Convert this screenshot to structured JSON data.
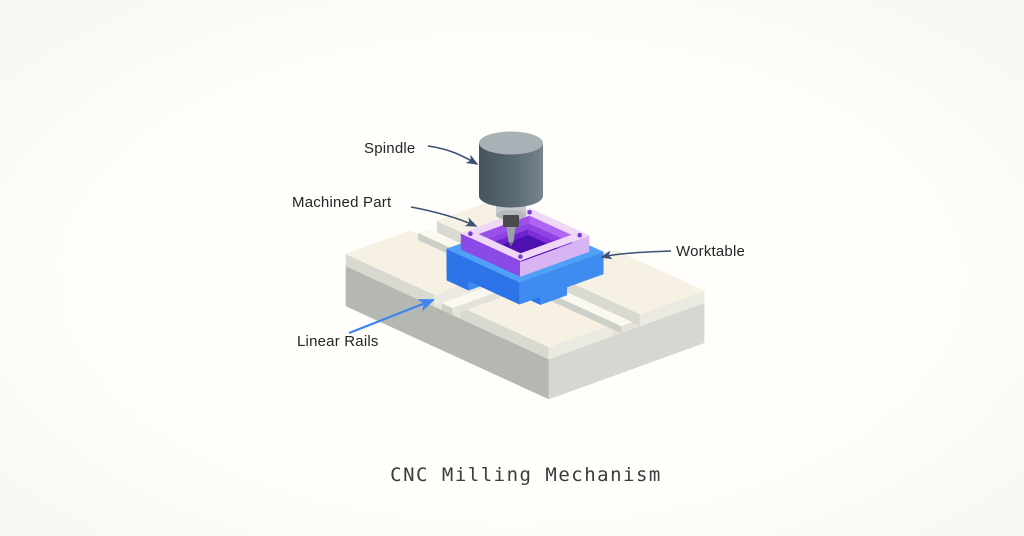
{
  "diagram": {
    "title": "CNC Milling Mechanism",
    "labels": {
      "spindle": "Spindle",
      "machined_part": "Machined Part",
      "worktable": "Worktable",
      "linear_rails": "Linear Rails"
    },
    "colors": {
      "background": "#fdfdfb",
      "label_text": "#262626",
      "title_text": "#3b3b3b",
      "arrow_dark": "#3c5070",
      "arrow_blue": "#3f85f2",
      "base_top": "#e8e2d2",
      "base_side_left": "#b5b8b2",
      "base_side_right": "#d6d7d1",
      "plate_top": "#f6f1e3",
      "plate_left": "#d8dad2",
      "plate_right": "#ebeae2",
      "rail_top": "#fbf8f0",
      "rail_left": "#cdcfc9",
      "rail_right": "#e4e3db",
      "table_top": "#4fa0f6",
      "table_left": "#2d74e8",
      "table_right": "#3f8cf1",
      "part_top": "#efd7f6",
      "part_left": "#8a4ae6",
      "part_right": "#d9b4f2",
      "pocket_ledge": "#8f43e3",
      "pocket_wall_back": "#9a4fe8",
      "pocket_wall_right": "#b065f0",
      "pocket_inner_back": "#6d23cd",
      "pocket_inner_right": "#7e2fd9",
      "pocket_floor": "#4f10b2",
      "screw_dot": "#7a3bd8",
      "spindle_body_dark": "#45545c",
      "spindle_body": "#5a6a72",
      "spindle_body_light": "#76858d",
      "spindle_top": "#a8b1b5",
      "collet": "#c6cacc",
      "collet_dark": "#b5b9bb",
      "tool_holder": "#4b4b4d",
      "tool_bit": "#9aa0a3",
      "tool_tip": "#6f7578"
    }
  }
}
